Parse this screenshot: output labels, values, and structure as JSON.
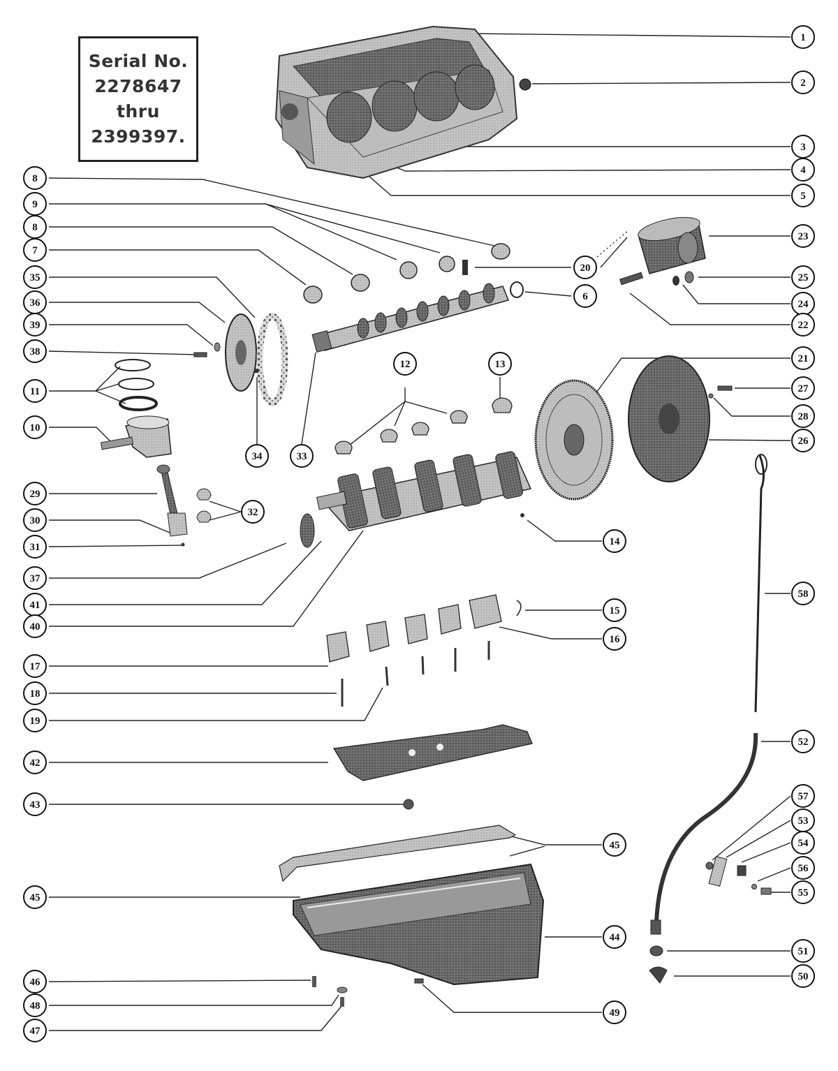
{
  "serial_box": {
    "lines": [
      "Serial No.",
      "2278647",
      "thru",
      "2399397."
    ]
  },
  "callouts": [
    {
      "num": "1"
    },
    {
      "num": "2"
    },
    {
      "num": "3"
    },
    {
      "num": "4"
    },
    {
      "num": "5"
    },
    {
      "num": "8"
    },
    {
      "num": "9"
    },
    {
      "num": "8"
    },
    {
      "num": "7"
    },
    {
      "num": "35"
    },
    {
      "num": "36"
    },
    {
      "num": "39"
    },
    {
      "num": "38"
    },
    {
      "num": "11"
    },
    {
      "num": "10"
    },
    {
      "num": "29"
    },
    {
      "num": "30"
    },
    {
      "num": "31"
    },
    {
      "num": "37"
    },
    {
      "num": "41"
    },
    {
      "num": "40"
    },
    {
      "num": "17"
    },
    {
      "num": "18"
    },
    {
      "num": "19"
    },
    {
      "num": "42"
    },
    {
      "num": "43"
    },
    {
      "num": "45"
    },
    {
      "num": "46"
    },
    {
      "num": "48"
    },
    {
      "num": "47"
    },
    {
      "num": "23"
    },
    {
      "num": "20"
    },
    {
      "num": "6"
    },
    {
      "num": "25"
    },
    {
      "num": "24"
    },
    {
      "num": "22"
    },
    {
      "num": "21"
    },
    {
      "num": "27"
    },
    {
      "num": "28"
    },
    {
      "num": "26"
    },
    {
      "num": "12"
    },
    {
      "num": "13"
    },
    {
      "num": "34"
    },
    {
      "num": "33"
    },
    {
      "num": "32"
    },
    {
      "num": "14"
    },
    {
      "num": "58"
    },
    {
      "num": "15"
    },
    {
      "num": "16"
    },
    {
      "num": "52"
    },
    {
      "num": "57"
    },
    {
      "num": "53"
    },
    {
      "num": "54"
    },
    {
      "num": "56"
    },
    {
      "num": "55"
    },
    {
      "num": "45"
    },
    {
      "num": "44"
    },
    {
      "num": "51"
    },
    {
      "num": "50"
    },
    {
      "num": "49"
    }
  ]
}
